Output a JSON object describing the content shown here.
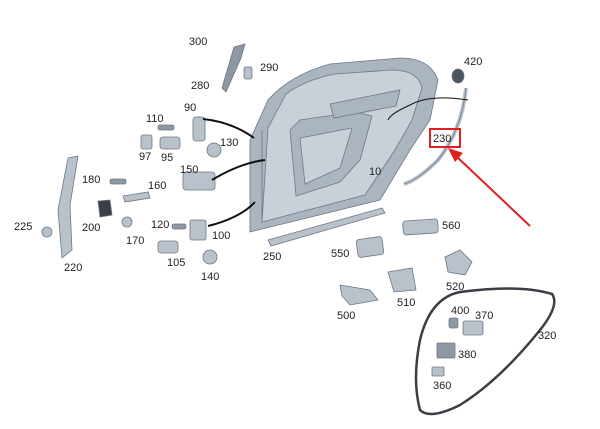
{
  "labels": {
    "p300": "300",
    "p290": "290",
    "p280": "280",
    "p420": "420",
    "p90": "90",
    "p110": "110",
    "p130": "130",
    "p97": "97",
    "p95": "95",
    "p230": "230",
    "p150": "150",
    "p10": "10",
    "p180": "180",
    "p160": "160",
    "p200": "200",
    "p225": "225",
    "p120": "120",
    "p170": "170",
    "p100": "100",
    "p560": "560",
    "p250": "250",
    "p105": "105",
    "p550": "550",
    "p140": "140",
    "p220": "220",
    "p520": "520",
    "p510": "510",
    "p500": "500",
    "p400": "400",
    "p370": "370",
    "p320": "320",
    "p380": "380",
    "p360": "360"
  },
  "colors": {
    "highlight": "#e01f1f",
    "part_fill": "#b9c2cb",
    "part_stroke": "#6d7885"
  }
}
